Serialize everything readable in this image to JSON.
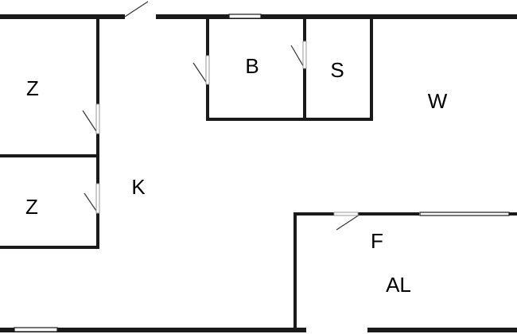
{
  "rooms": {
    "bedroom_top": "Z",
    "bedroom_bottom": "Z",
    "kitchen": "K",
    "bathroom": "B",
    "storage": "S",
    "living": "W",
    "hall": "F",
    "alcove": "AL"
  },
  "colors": {
    "wall": "#1a1a1a",
    "door": "#333333",
    "window": "#ffffff",
    "background": "#ffffff"
  }
}
